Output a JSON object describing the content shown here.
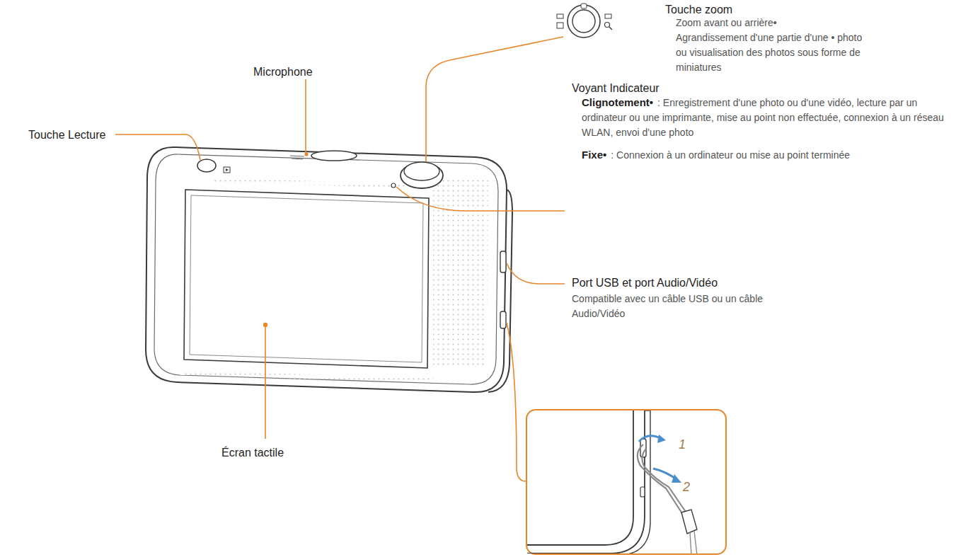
{
  "diagram": {
    "nodes": [
      {
        "text": [
          "1",
          "2"
        ]
      }
    ],
    "labels": [
      "Touche Lecture",
      "Microphone",
      "Touche zoom",
      "Zoom avant ou arrière•",
      "Agrandissement d'une partie d'une • photo ou visualisation des photos sous forme de miniatures",
      "Voyant Indicateur",
      "Clignotement•",
      ": Enregistrement d'une photo ou d'une vidéo, lecture par un ordinateur ou une imprimante, mise au point non effectuée, connexion à un réseau WLAN, envoi d'une photo",
      "Fixe•",
      ": Connexion à un ordinateur ou mise au point terminée",
      "Port USB et port Audio/Vidéo",
      "Compatible avec un câble USB ou un câble Audio/Vidéo",
      "Écran tactile"
    ]
  }
}
